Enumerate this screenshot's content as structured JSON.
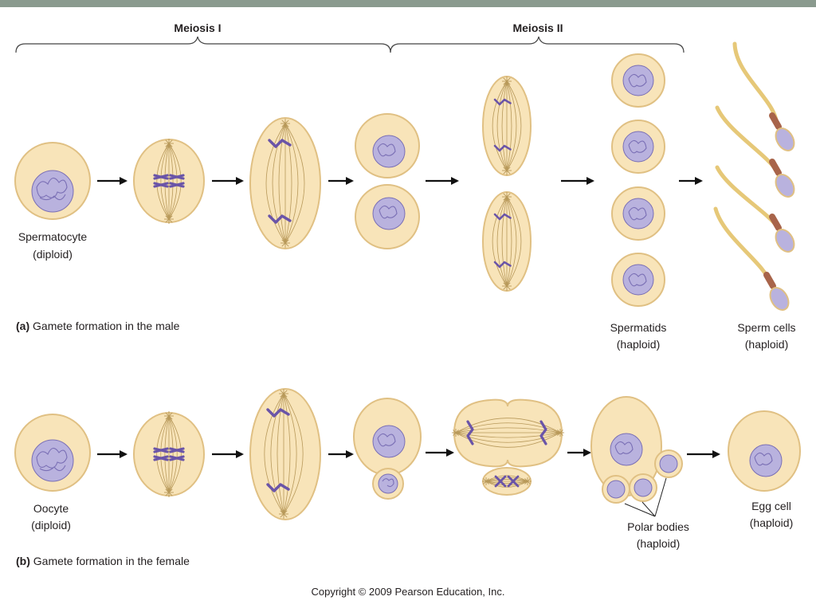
{
  "colors": {
    "top_bar": "#8a9a8e",
    "cell_fill": "#f8e4b9",
    "cell_stroke": "#e0c083",
    "nucleus_fill": "#b9b2de",
    "nucleus_stroke": "#7a6fb5",
    "chromosome": "#6a54a8",
    "chromosome_sperm": "#a8644a",
    "spindle": "#b8995a",
    "tail": "#e6c878",
    "text": "#231f20"
  },
  "headers": {
    "meiosis1": "Meiosis I",
    "meiosis2": "Meiosis II"
  },
  "male": {
    "spermatocyte_line1": "Spermatocyte",
    "spermatocyte_line2": "(diploid)",
    "spermatids_line1": "Spermatids",
    "spermatids_line2": "(haploid)",
    "sperm_line1": "Sperm cells",
    "sperm_line2": "(haploid)",
    "caption_letter": "(a)",
    "caption_text": " Gamete formation in the male"
  },
  "female": {
    "oocyte_line1": "Oocyte",
    "oocyte_line2": "(diploid)",
    "polar_line1": "Polar bodies",
    "polar_line2": "(haploid)",
    "egg_line1": "Egg cell",
    "egg_line2": "(haploid)",
    "caption_letter": "(b)",
    "caption_text": " Gamete formation in the female"
  },
  "copyright": "Copyright © 2009 Pearson Education, Inc."
}
